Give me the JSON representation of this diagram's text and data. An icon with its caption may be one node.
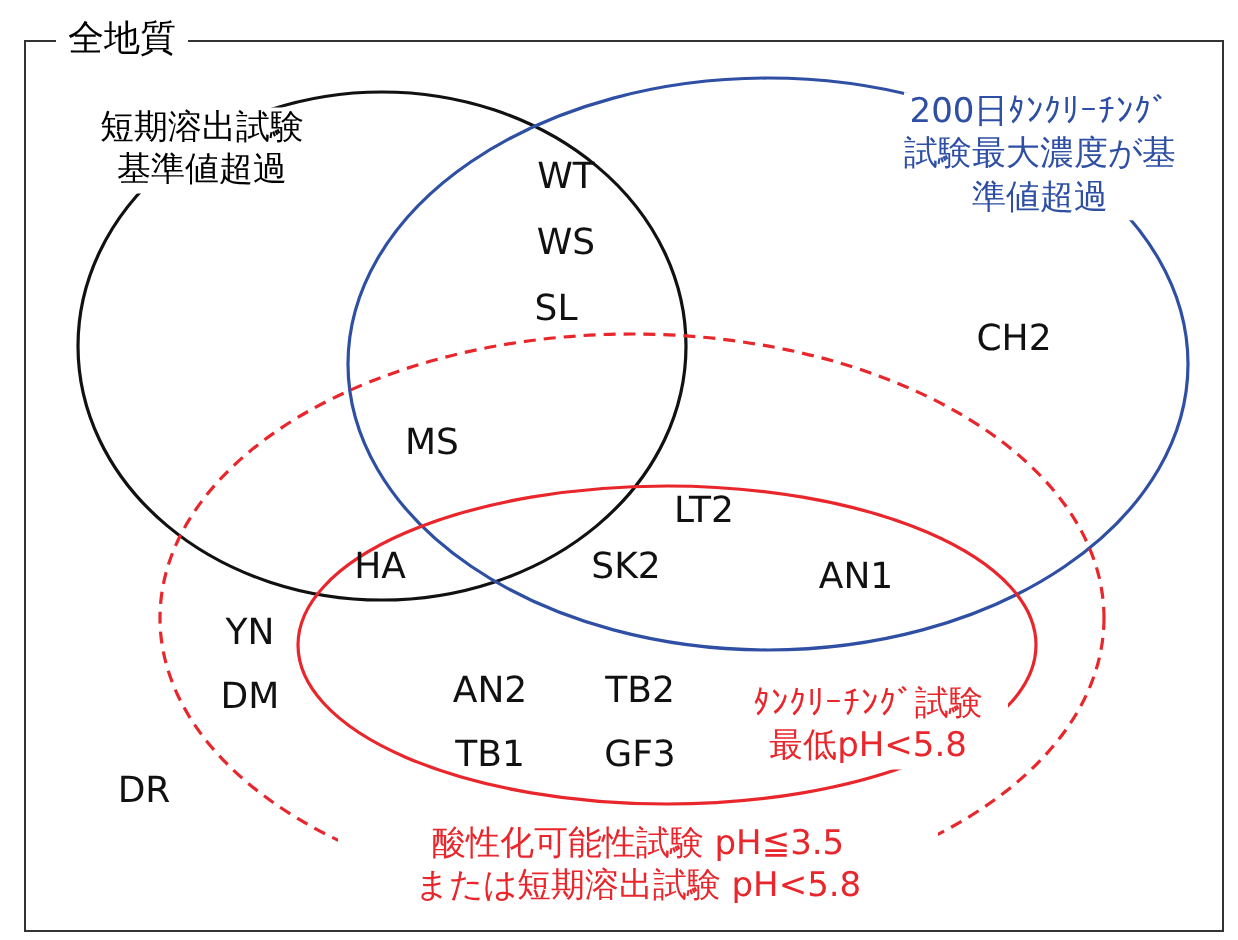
{
  "diagram": {
    "nodes": [
      {
        "text": [
          "全地質"
        ]
      },
      {
        "text": [
          "短期溶出試験基準値超過"
        ],
        "in": 0
      },
      {
        "text": [
          "200日ﾀﾝｸﾘｰﾁﾝｸﾞ試験最大濃度が基準値超過"
        ],
        "in": 0
      },
      {
        "text": [
          "酸性化可能性試験 pH≦3.5または短期溶出試験 pH<5.8"
        ],
        "in": 0
      },
      {
        "text": [
          "ﾀﾝｸﾘｰﾁﾝｸﾞ試験最低pH<5.8"
        ],
        "in": 3
      }
    ],
    "labels": [
      "WT",
      "WS",
      "SL",
      "CH2",
      "MS",
      "LT2",
      "HA",
      "SK2",
      "AN1",
      "YN",
      "DM",
      "AN2",
      "TB2",
      "TB1",
      "GF3",
      "DR"
    ]
  }
}
